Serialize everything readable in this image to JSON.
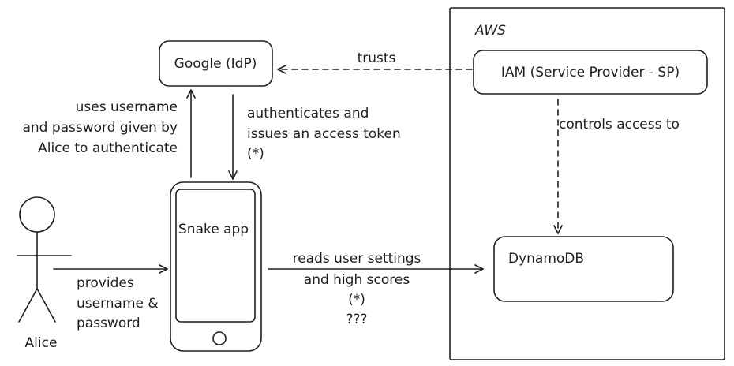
{
  "aws": {
    "label": "AWS"
  },
  "google": {
    "label": "Google (IdP)"
  },
  "iam": {
    "label": "IAM (Service Provider - SP)"
  },
  "dynamodb": {
    "label": "DynamoDB"
  },
  "phone": {
    "label": "Snake app"
  },
  "alice": {
    "label": "Alice"
  },
  "edges": {
    "trusts": {
      "label": "trusts"
    },
    "controls": {
      "label": "controls access to"
    },
    "uses": {
      "lines": [
        "uses username",
        "and password given by",
        "Alice to authenticate"
      ]
    },
    "authenticates": {
      "lines": [
        "authenticates and",
        "issues an access token",
        "(*)"
      ]
    },
    "provides": {
      "lines": [
        "provides",
        "username &",
        "password"
      ]
    },
    "reads": {
      "lines": [
        "reads user settings",
        "and high scores",
        "(*)",
        "???"
      ]
    }
  }
}
